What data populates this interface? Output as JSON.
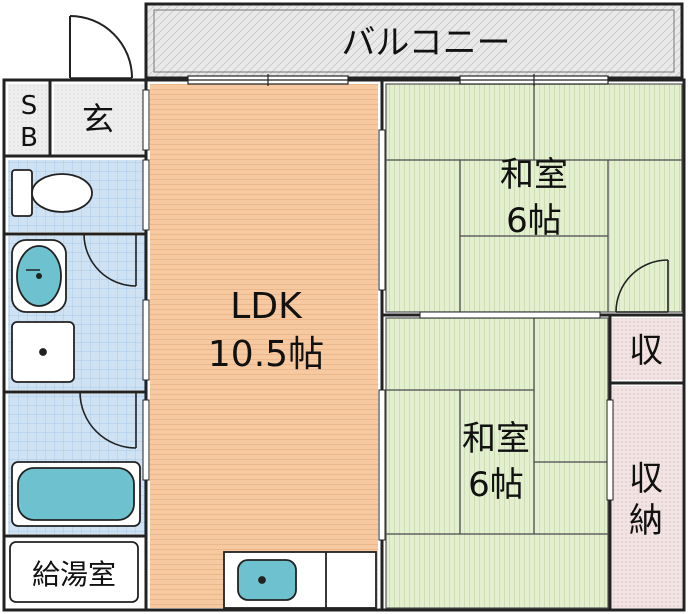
{
  "floorplan": {
    "balcony": "バルコニー",
    "sb": [
      "S",
      "B"
    ],
    "entrance": "玄",
    "ldk": {
      "name": "LDK",
      "size": "10.5帖"
    },
    "washitsu_upper": {
      "name": "和室",
      "size": "6帖"
    },
    "washitsu_lower": {
      "name": "和室",
      "size": "6帖"
    },
    "storage_small": "収",
    "storage_large": [
      "収",
      "納"
    ],
    "water_heater_room": "給湯室"
  },
  "colors": {
    "ldk_floor": "#f7c9a0",
    "tatami": "#e3efcf",
    "tile": "#cfe2f3",
    "fixture": "#6ec2d0",
    "storage": "#f2e4e4",
    "balcony": "#e9e9e9",
    "wall": "#222222"
  }
}
